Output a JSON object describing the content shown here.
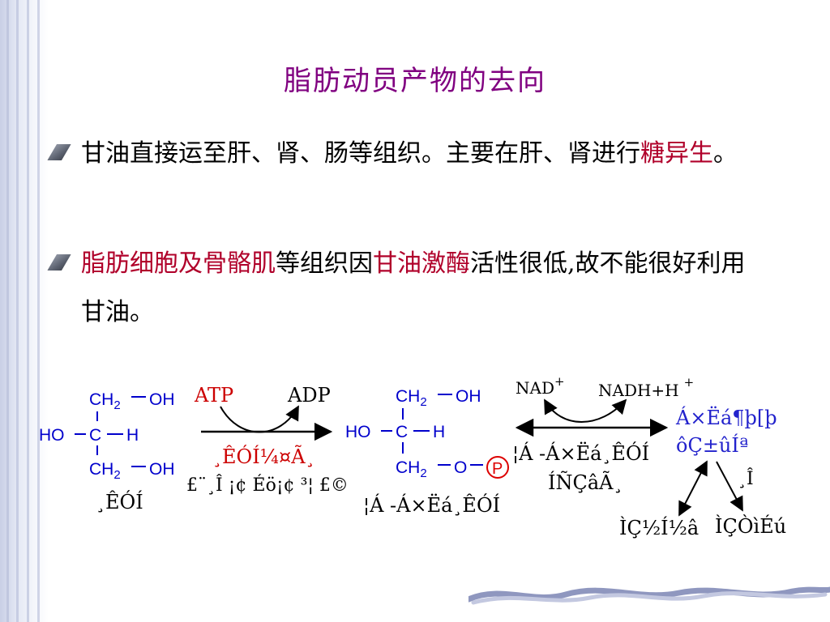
{
  "slide": {
    "title": "脂肪动员产物的去向"
  },
  "bullets": [
    {
      "segments": [
        {
          "text": "甘油直接运至肝、肾、肠等组织。主要在肝、肾进行",
          "emph": false
        },
        {
          "text": "糖异生",
          "emph": true
        },
        {
          "text": "。",
          "emph": false
        }
      ]
    },
    {
      "segments": [
        {
          "text": "脂肪细胞及骨骼肌",
          "emph": true
        },
        {
          "text": "等组织因",
          "emph": false
        },
        {
          "text": "甘油激酶",
          "emph": true
        },
        {
          "text": "活性很低,故不能很好利用甘油。",
          "emph": false
        }
      ]
    }
  ],
  "diagram": {
    "glycerol": {
      "top": "CH2",
      "top_sub": "2",
      "top_oh": "OH",
      "mid_ho": "HO",
      "mid_c": "C",
      "mid_h": "H",
      "bot": "CH2",
      "bot_sub": "2",
      "bot_oh": "OH",
      "name": "¸ÊÓÍ"
    },
    "reaction1": {
      "atp": "ATP",
      "adp": "ADP",
      "enzyme": "¸ÊÓÍ¼¤Ã¸",
      "location": "£¨¸Î ¡¢ Éö¡¢ ³¦ £©"
    },
    "glycerol_phosphate": {
      "top": "CH",
      "top_sub": "2",
      "top_oh": "OH",
      "mid_ho": "HO",
      "mid_c": "C",
      "mid_h": "H",
      "bot": "CH",
      "bot_sub": "2",
      "bot_o": "O",
      "phosphate": "P",
      "name": "¦Á -Á×Ëá¸ÊÓÍ"
    },
    "reaction2": {
      "nad": "NAD",
      "nad_sup": "+",
      "nadh": "NADH+H",
      "nadh_sup": "+",
      "enzyme_line1": "¦Á -Á×Ëá¸ÊÓÍ",
      "enzyme_line2": "ÍÑÇâÃ¸"
    },
    "product": {
      "line1": "Á×Ëá¶þ[þ",
      "line2": "ôÇ±ûÍª"
    },
    "branches": {
      "right": "¸Î",
      "left_product": "ÌÇ½Í½â",
      "right_product": "ÌÇÒìÉú"
    },
    "colors": {
      "title": "#800080",
      "emphasis": "#b0002a",
      "structure": "#0000cc",
      "enzyme": "#cc0000",
      "product": "#2222cc",
      "phosphate": "#dd0000"
    }
  }
}
